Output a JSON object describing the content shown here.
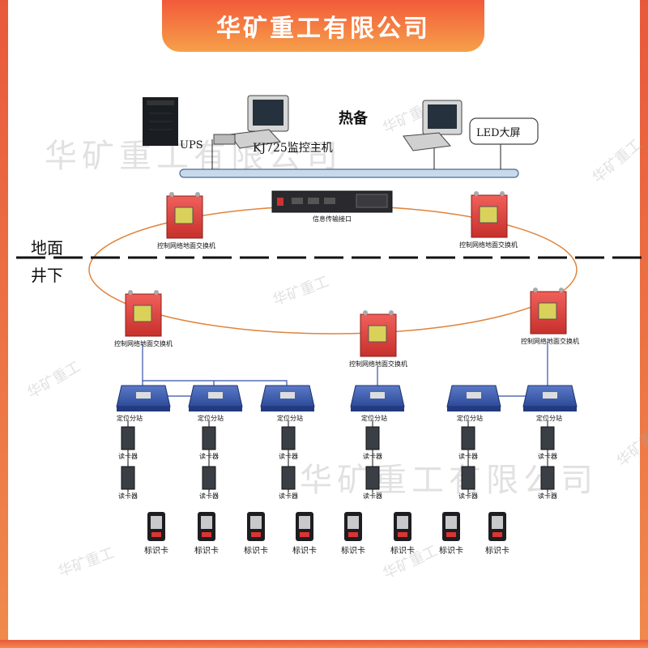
{
  "banner": {
    "title": "华矿重工有限公司"
  },
  "labels": {
    "ups": "UPS",
    "host": "KJ725监控主机",
    "hot_standby": "热备",
    "led": "LED大屏",
    "interface": "信息传输接口",
    "ground": "地面",
    "underground": "井下",
    "switch": "控制网络地面交换机",
    "substation": "定位分站",
    "reader": "读卡器",
    "card": "标识卡"
  },
  "watermark": "华矿重工有限公司",
  "watermark_small": "华矿重工",
  "colors": {
    "accent": "#f25a3a",
    "ring": "#e0843c",
    "switch_red": "#e8453c",
    "station_blue": "#3552a8",
    "bus": "#c9d9ec"
  }
}
